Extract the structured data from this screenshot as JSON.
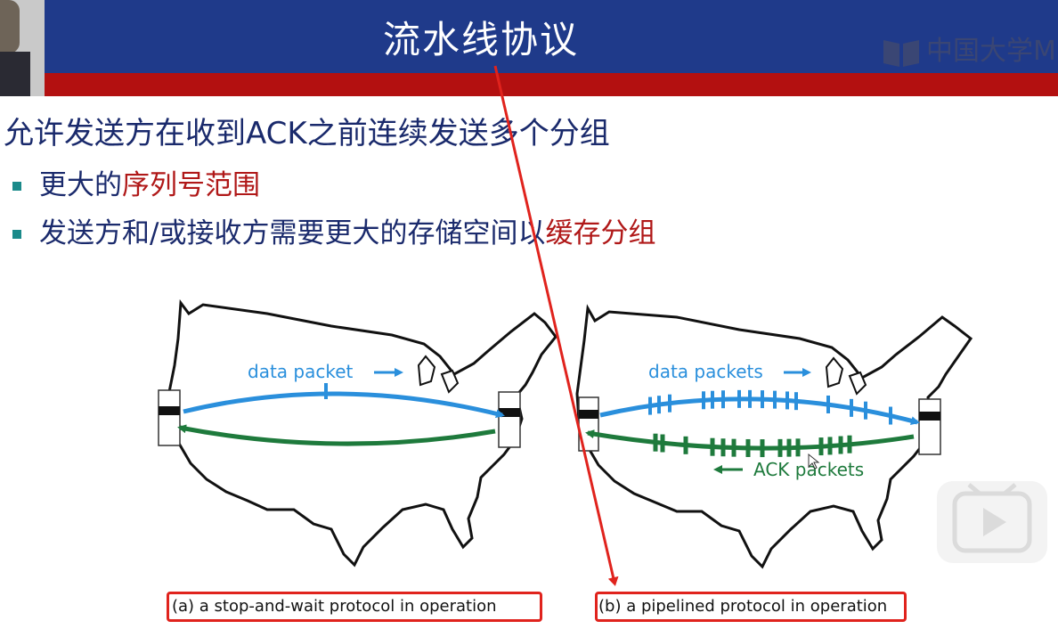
{
  "slide": {
    "title": "流水线协议",
    "logo_text": "中国大学M",
    "main_point": "允许发送方在收到ACK之前连续发送多个分组",
    "bullets": [
      {
        "prefix": "更大的",
        "highlight": "序列号范围",
        "suffix": ""
      },
      {
        "prefix": "发送方和/或接收方需要更大的存储空间以",
        "highlight": "缓存分组",
        "suffix": ""
      }
    ]
  },
  "figure": {
    "a": {
      "data_label": "data packet",
      "caption": "(a) a stop-and-wait protocol in operation"
    },
    "b": {
      "data_label": "data packets",
      "ack_label": "ACK packets",
      "caption": "(b) a pipelined protocol in operation"
    }
  },
  "colors": {
    "header_blue": "#1f3a8a",
    "header_red": "#b31010",
    "text_blue": "#1a2a6c",
    "highlight_red": "#b01818",
    "data_arrow": "#2a8fdc",
    "ack_arrow": "#1e7a3c",
    "annotation_red": "#e0231d"
  },
  "icons": [
    "play-icon",
    "logo-book-icon",
    "right-arrow-icon",
    "left-arrow-icon",
    "mouse-cursor-icon"
  ]
}
